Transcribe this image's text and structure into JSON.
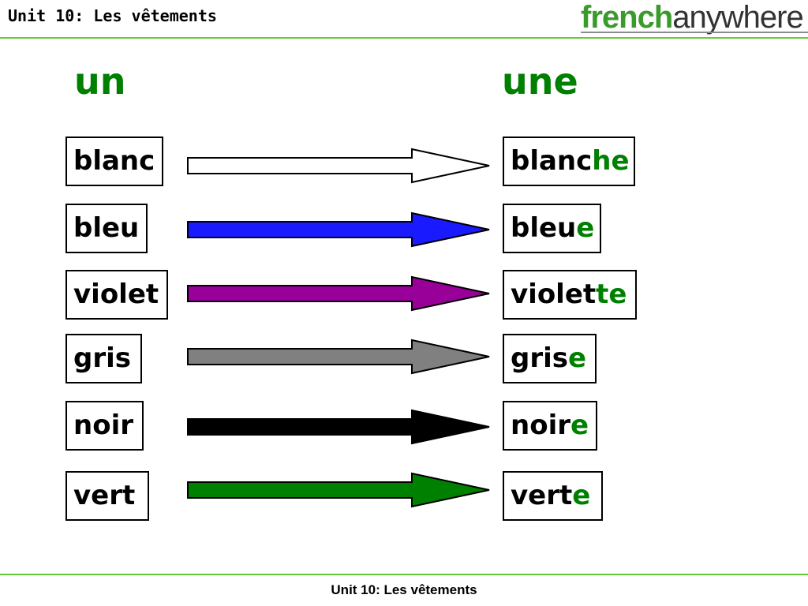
{
  "header": {
    "title": "Unit 10: Les vêtements"
  },
  "logo": {
    "part1": "french",
    "part2": "anywhere"
  },
  "columns": {
    "masculine": "un",
    "feminine": "une"
  },
  "rows": [
    {
      "masc": "blanc",
      "fem_stem": "blanc",
      "fem_ending": "he",
      "arrow_color": "#ffffff"
    },
    {
      "masc": "bleu",
      "fem_stem": "bleu",
      "fem_ending": "e",
      "arrow_color": "#1a1aff"
    },
    {
      "masc": "violet",
      "fem_stem": "violet",
      "fem_ending": "te",
      "arrow_color": "#990099"
    },
    {
      "masc": "gris",
      "fem_stem": "gris",
      "fem_ending": "e",
      "arrow_color": "#808080"
    },
    {
      "masc": "noir",
      "fem_stem": "noir",
      "fem_ending": "e",
      "arrow_color": "#000000"
    },
    {
      "masc": "vert",
      "fem_stem": "vert",
      "fem_ending": "e",
      "arrow_color": "#008000"
    }
  ],
  "footer": {
    "title": "Unit 10: Les vêtements"
  }
}
